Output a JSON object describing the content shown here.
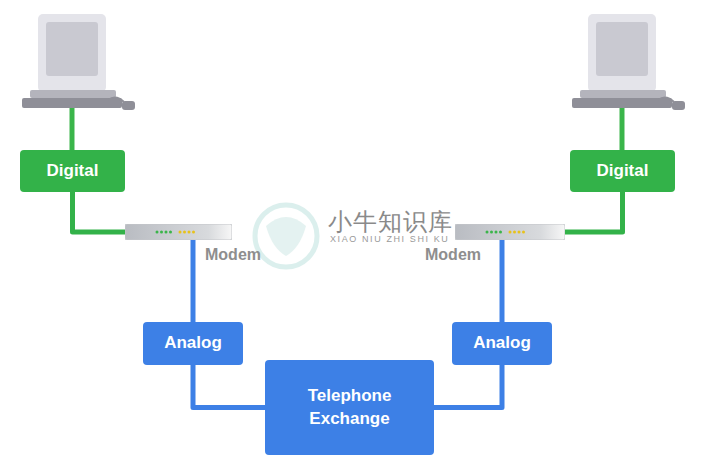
{
  "diagram": {
    "nodes": [
      {
        "text": [
          "Digital"
        ]
      },
      {
        "text": [
          "Digital"
        ]
      },
      {
        "text": [
          "Modem"
        ]
      },
      {
        "text": [
          "Modem"
        ]
      },
      {
        "text": [
          "Analog"
        ]
      },
      {
        "text": [
          "Analog"
        ]
      },
      {
        "text": [
          "Telephone Exchange"
        ]
      }
    ],
    "edges": [
      {
        "from": 0,
        "to": 2,
        "arrow": "none"
      },
      {
        "from": 1,
        "to": 3,
        "arrow": "none"
      },
      {
        "from": 2,
        "to": 4,
        "arrow": "none"
      },
      {
        "from": 3,
        "to": 5,
        "arrow": "none"
      },
      {
        "from": 4,
        "to": 6,
        "arrow": "none"
      },
      {
        "from": 5,
        "to": 6,
        "arrow": "none"
      }
    ],
    "labels": [
      "小牛知识库",
      "XIAO NIU ZHI SHI KU"
    ]
  }
}
